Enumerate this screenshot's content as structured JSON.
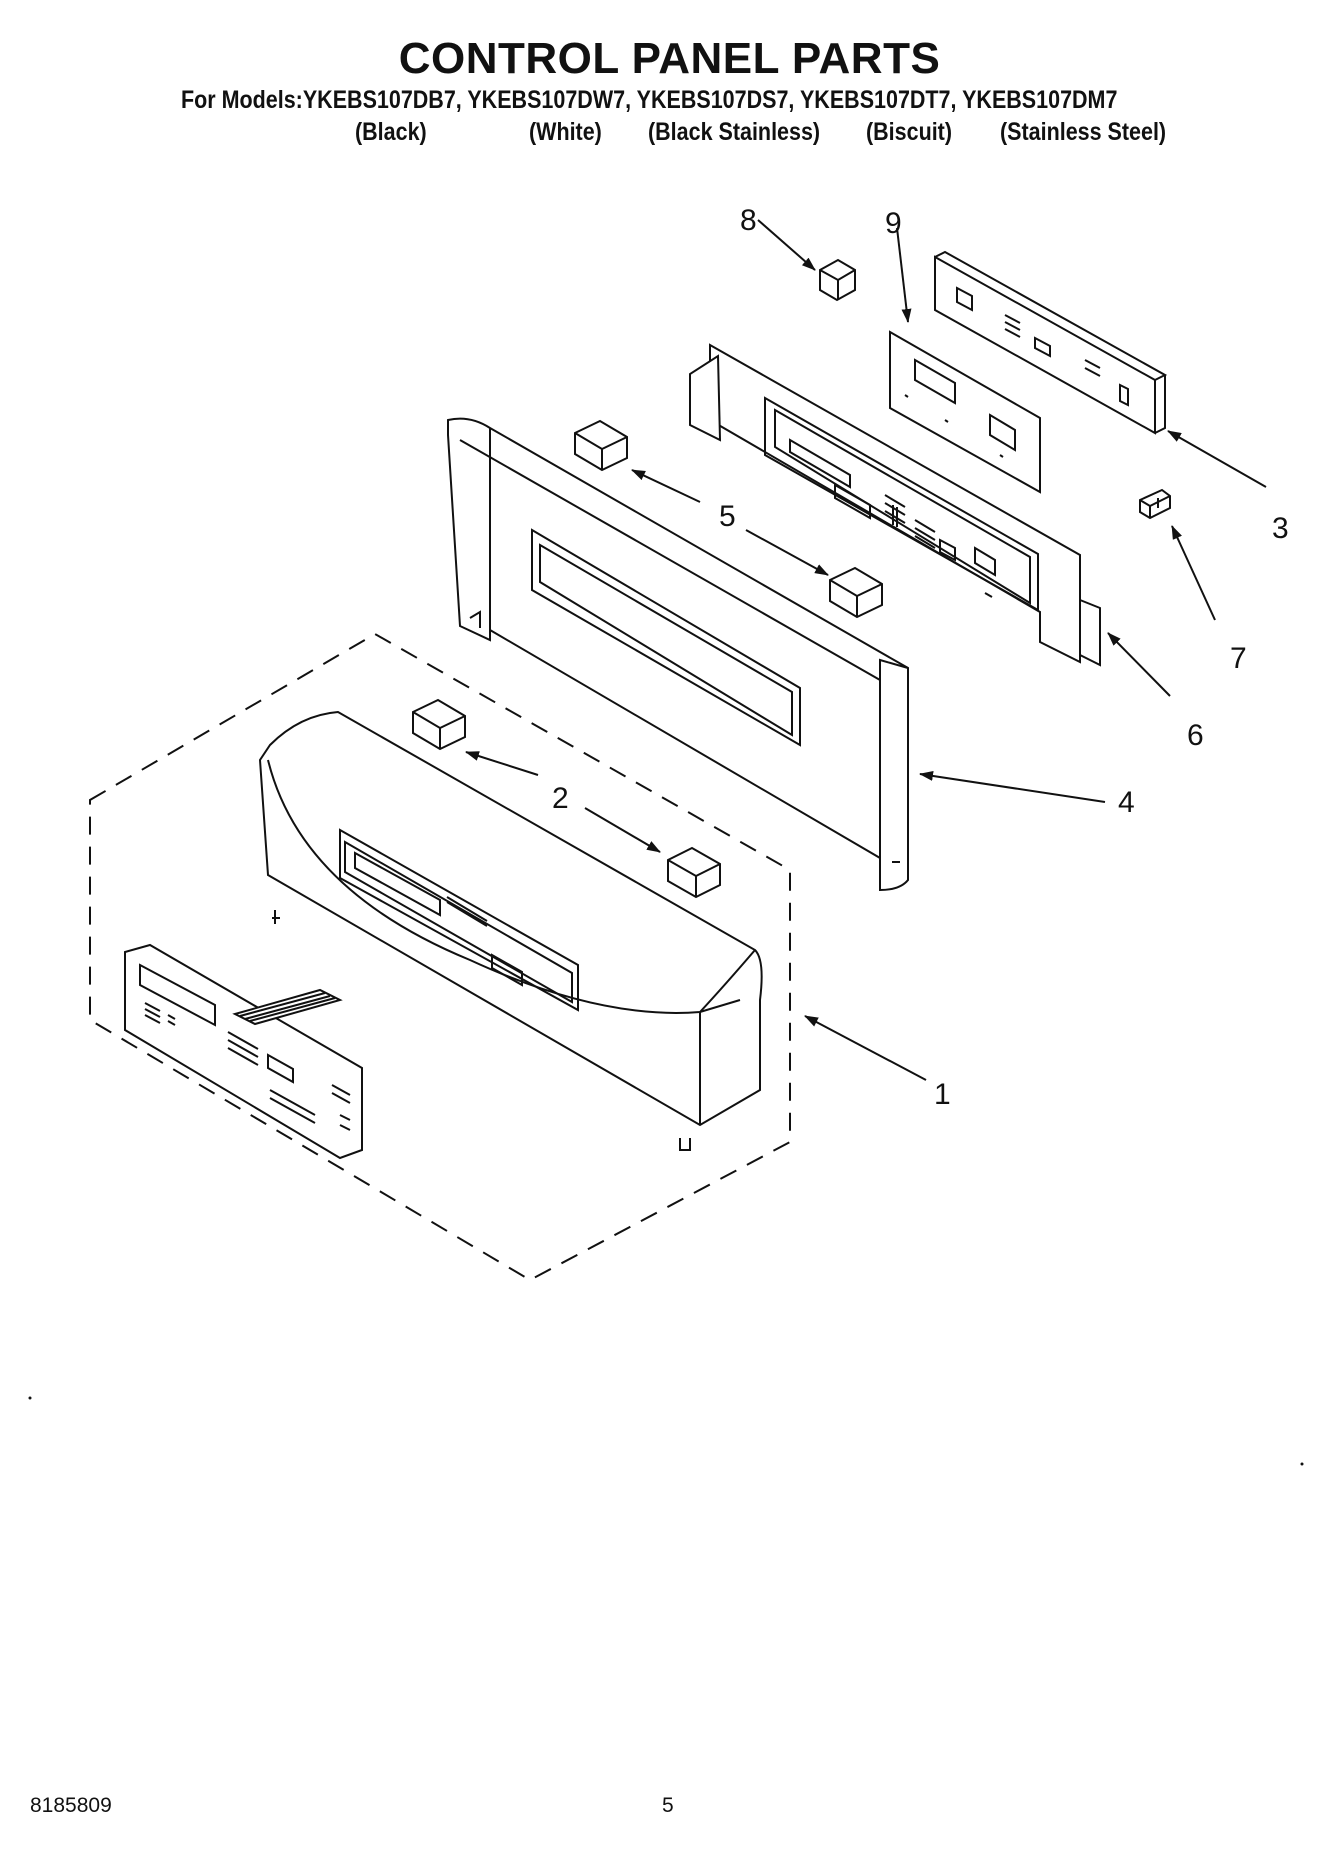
{
  "header": {
    "title": "CONTROL PANEL PARTS",
    "models_line": "For Models:YKEBS107DB7, YKEBS107DW7, YKEBS107DS7, YKEBS107DT7, YKEBS107DM7",
    "colors": [
      "(Black)",
      "(White)",
      "(Black Stainless)",
      "(Biscuit)",
      "(Stainless Steel)"
    ]
  },
  "callouts": [
    "1",
    "2",
    "3",
    "4",
    "5",
    "6",
    "7",
    "8",
    "9"
  ],
  "footer": {
    "doc_number": "8185809",
    "page_number": "5"
  }
}
